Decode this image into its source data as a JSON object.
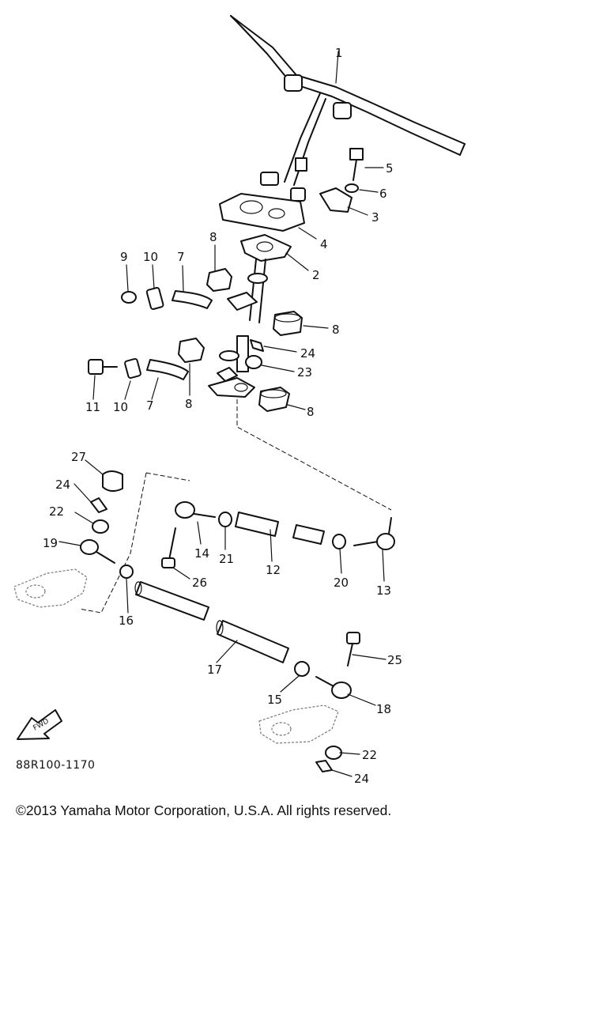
{
  "callouts": [
    "1",
    "2",
    "3",
    "4",
    "5",
    "6",
    "7",
    "8",
    "8",
    "8",
    "9",
    "10",
    "7",
    "8",
    "24",
    "23",
    "11",
    "10",
    "7",
    "8",
    "8",
    "27",
    "24",
    "22",
    "19",
    "16",
    "14",
    "21",
    "12",
    "20",
    "13",
    "26",
    "17",
    "25",
    "15",
    "18",
    "22",
    "24"
  ],
  "figure_code": "88R100-1170",
  "copyright": "©2013 Yamaha Motor Corporation, U.S.A. All rights reserved."
}
